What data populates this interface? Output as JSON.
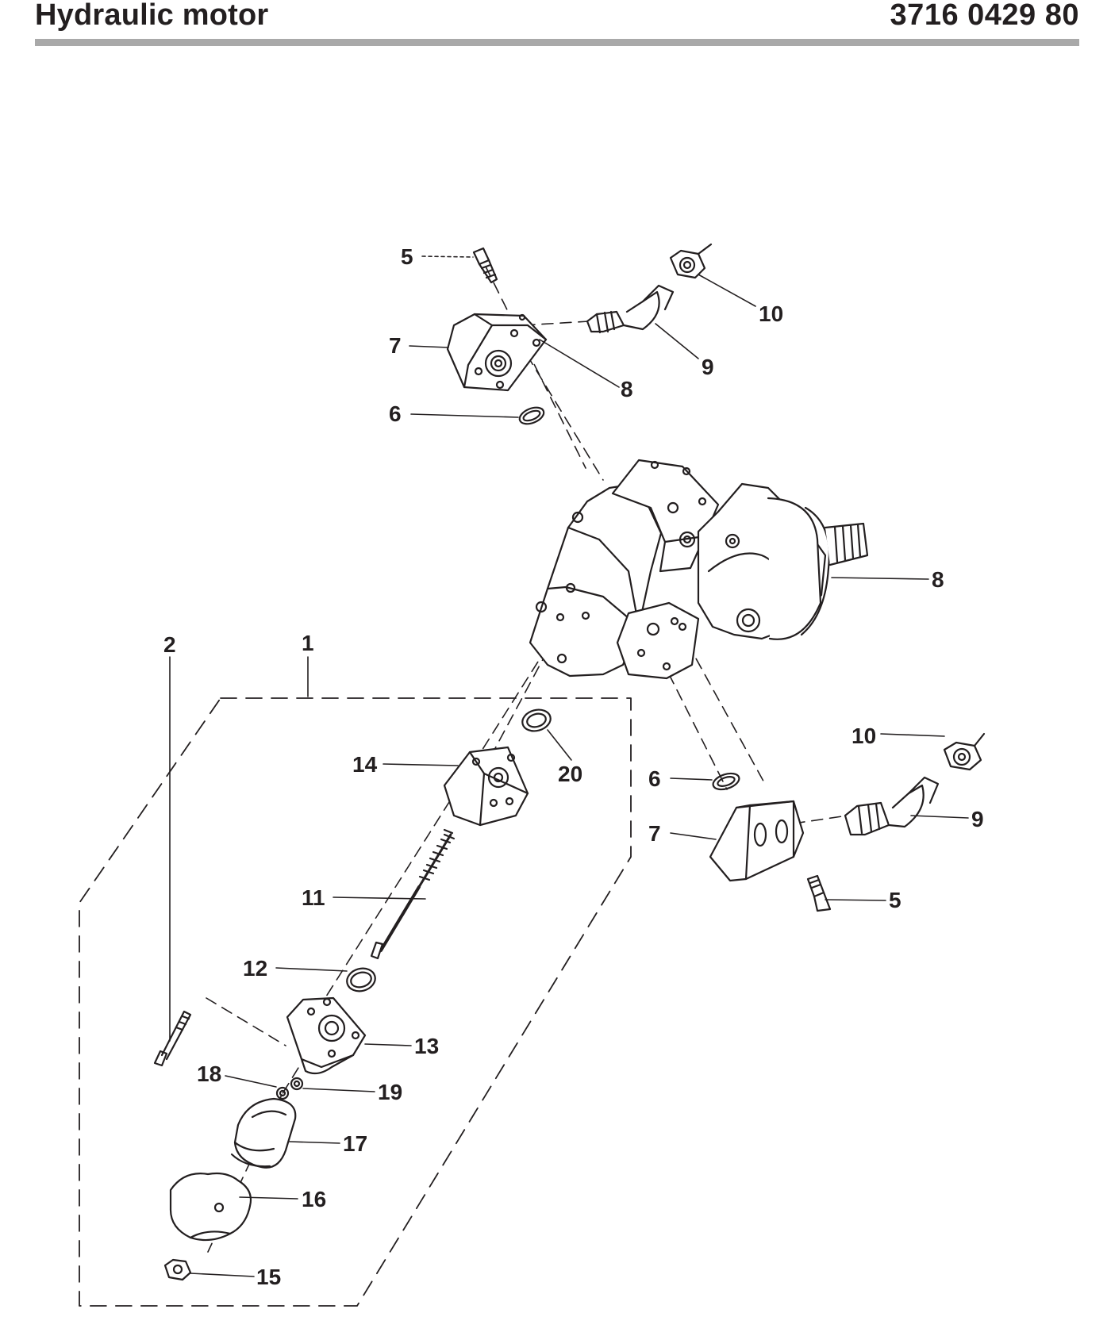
{
  "header": {
    "title": "Hydraulic motor",
    "part_number": "3716 0429 80"
  },
  "callouts": {
    "c1": "1",
    "c2": "2",
    "c5a": "5",
    "c5b": "5",
    "c6a": "6",
    "c6b": "6",
    "c7a": "7",
    "c7b": "7",
    "c8a": "8",
    "c8b": "8",
    "c9a": "9",
    "c9b": "9",
    "c10a": "10",
    "c10b": "10",
    "c11": "11",
    "c12": "12",
    "c13": "13",
    "c14": "14",
    "c15": "15",
    "c16": "16",
    "c17": "17",
    "c18": "18",
    "c19": "19",
    "c20": "20"
  },
  "colors": {
    "ink": "#231f20",
    "rule": "#a9a9a9",
    "background": "#ffffff"
  }
}
